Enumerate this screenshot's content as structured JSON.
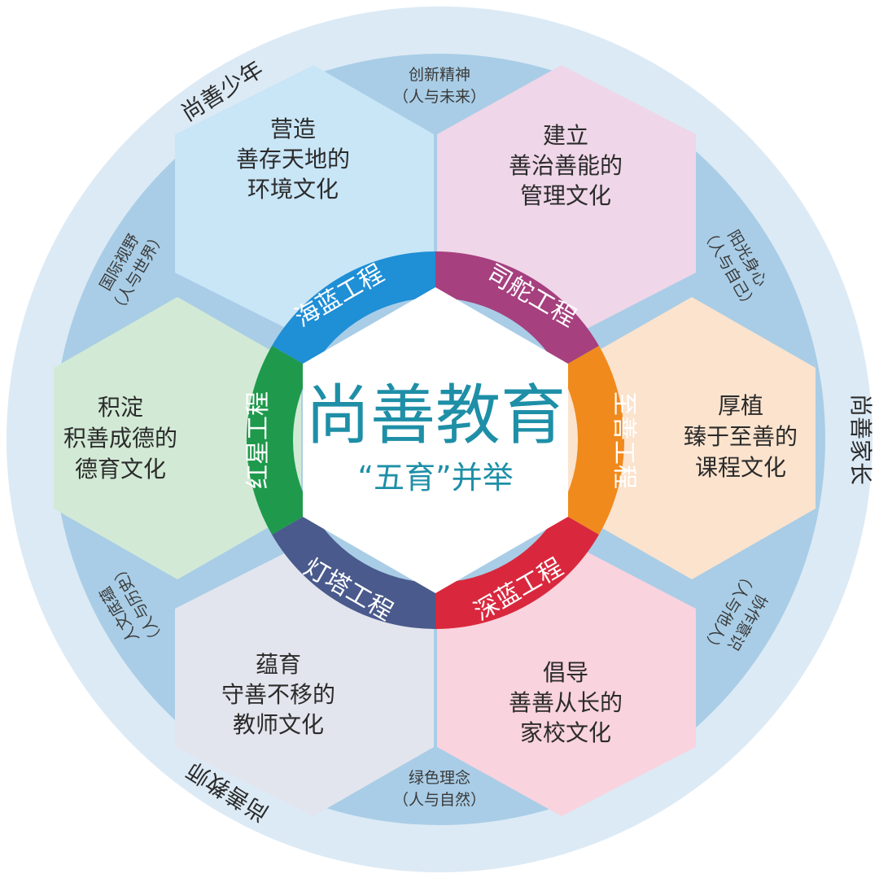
{
  "center": {
    "title": "尚善教育",
    "subtitle": "“五育”并举"
  },
  "outer_ring": {
    "top_left": "尚善少年",
    "right": "尚善家长",
    "bottom_left": "尚善教师"
  },
  "projects": {
    "hailan": "海蓝工程",
    "situo": "司舵工程",
    "zhishan": "至善工程",
    "shenlan": "深蓝工程",
    "dengta": "灯塔工程",
    "hongxing": "红星工程"
  },
  "cultures": {
    "environment": [
      "营造",
      "善存天地的",
      "环境文化"
    ],
    "management": [
      "建立",
      "善治善能的",
      "管理文化"
    ],
    "curriculum": [
      "厚植",
      "臻于至善的",
      "课程文化"
    ],
    "home_school": [
      "倡导",
      "善善从长的",
      "家校文化"
    ],
    "teacher": [
      "蕴育",
      "守善不移的",
      "教师文化"
    ],
    "moral": [
      "积淀",
      "积善成德的",
      "德育文化"
    ]
  },
  "values": {
    "innovation": [
      "创新精神",
      "（人与未来）"
    ],
    "sunshine": [
      "阳光身心",
      "（人与自己）"
    ],
    "cooperation": [
      "协作意识",
      "（人与他人）"
    ],
    "green": [
      "绿色理念",
      "（人与自然）"
    ],
    "humanity": [
      "人文底蕴",
      "（人与历史）"
    ],
    "international": [
      "国际视野",
      "（人与世界）"
    ]
  },
  "colors": {
    "outer_ring": "#dceaf5",
    "blue_band": "#a9cde6",
    "wedge_blue": "#b7d9ef",
    "hex_environment": "#c9e6f7",
    "hex_management": "#efd6e8",
    "hex_curriculum": "#fbe3cd",
    "hex_home_school": "#f9d3de",
    "hex_teacher": "#e3e5ee",
    "hex_moral": "#d2ead5",
    "project_hailan": "#1f8fd6",
    "project_situo": "#a6407f",
    "project_zhishan": "#f08a1c",
    "project_shenlan": "#d9283d",
    "project_dengta": "#4a5a8c",
    "project_hongxing": "#1f9a4c",
    "title": "#1e8fa7"
  }
}
